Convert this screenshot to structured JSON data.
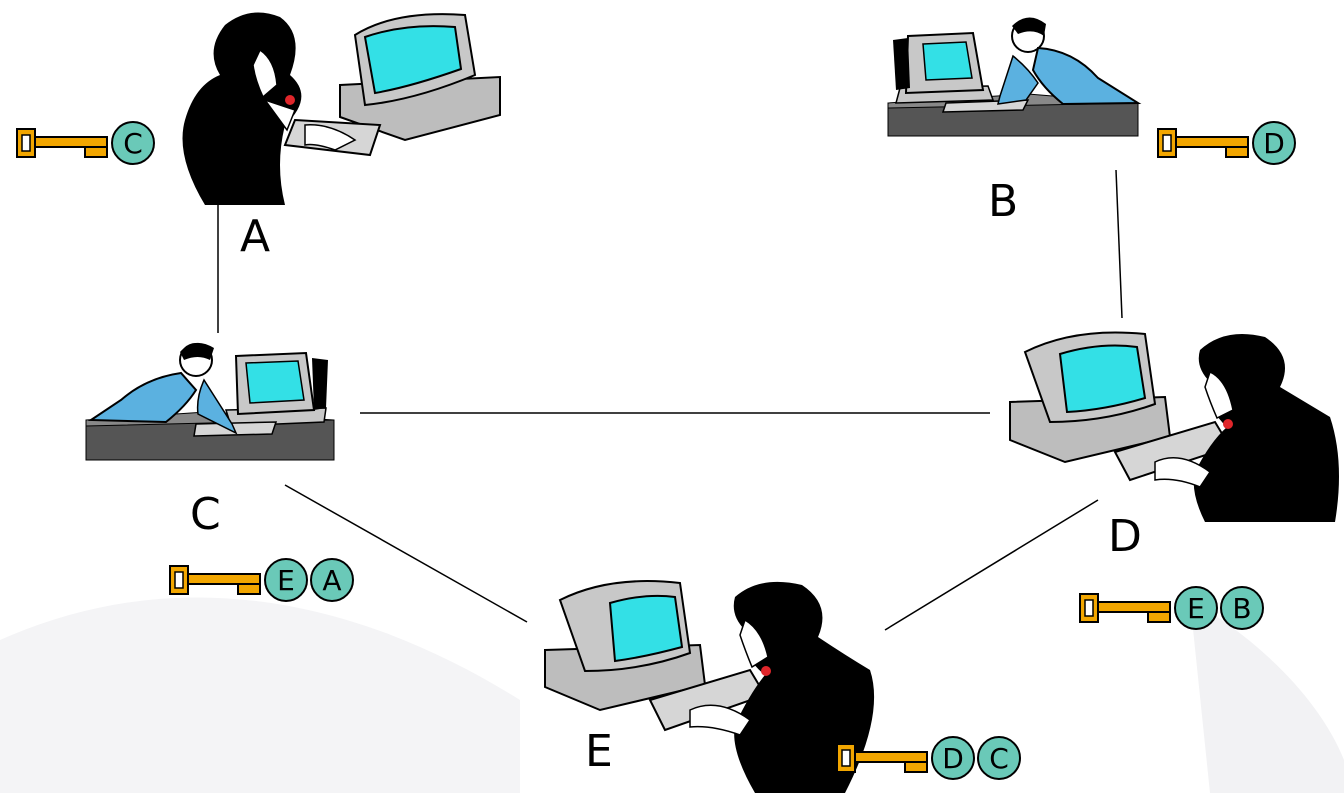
{
  "colors": {
    "key_fill": "#F2A600",
    "key_stroke": "#000000",
    "badge_fill": "#6AC9B8",
    "screen": "#33E0E6",
    "monitor": "#C8C8C8",
    "shirt": "#5BB1E0",
    "background_swoosh": "#F4F4F6"
  },
  "nodes": [
    {
      "label": "A",
      "figure": "woman-at-computer-icon",
      "keys": [
        "C"
      ]
    },
    {
      "label": "B",
      "figure": "man-at-computer-icon",
      "keys": [
        "D"
      ]
    },
    {
      "label": "C",
      "figure": "man-at-computer-icon",
      "keys": [
        "E",
        "A"
      ]
    },
    {
      "label": "D",
      "figure": "woman-at-computer-icon",
      "keys": [
        "E",
        "B"
      ]
    },
    {
      "label": "E",
      "figure": "woman-at-computer-icon",
      "keys": [
        "D",
        "C"
      ]
    }
  ],
  "links": [
    {
      "from": "A",
      "to": "C"
    },
    {
      "from": "B",
      "to": "D"
    },
    {
      "from": "C",
      "to": "D"
    },
    {
      "from": "C",
      "to": "E"
    },
    {
      "from": "D",
      "to": "E"
    }
  ]
}
